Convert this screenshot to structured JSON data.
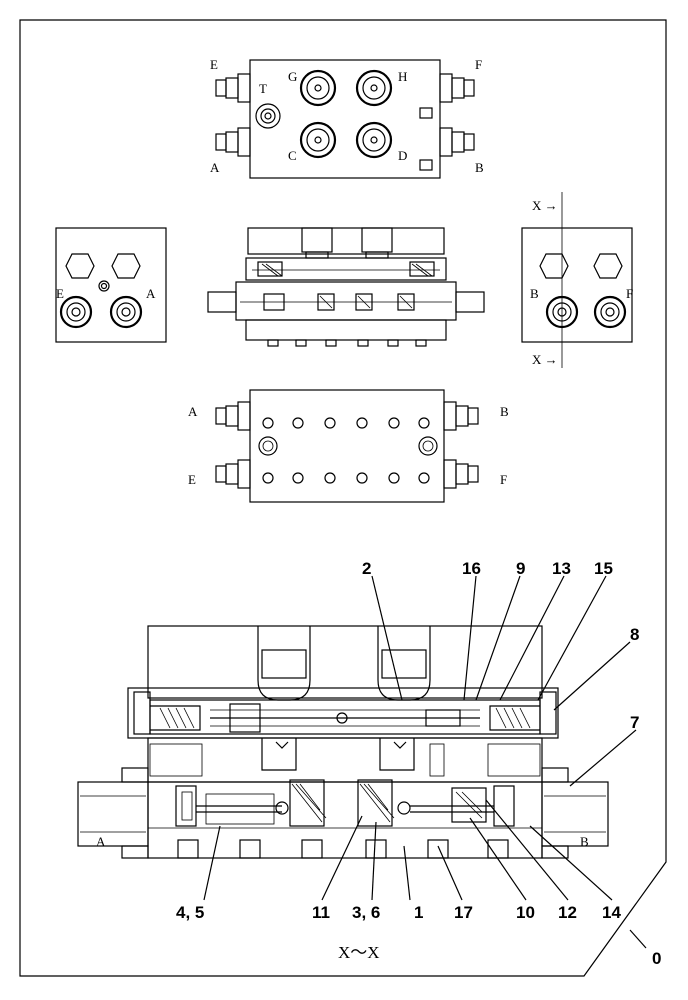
{
  "port_labels": {
    "top_view": {
      "E": "E",
      "T": "T",
      "G": "G",
      "H": "H",
      "F": "F",
      "A": "A",
      "C": "C",
      "D": "D",
      "B": "B"
    },
    "left_view": {
      "E": "E",
      "A": "A"
    },
    "right_view": {
      "B": "B",
      "F": "F"
    },
    "section_mark_top": "X →",
    "section_mark_bottom": "X →",
    "bottom_view": {
      "A": "A",
      "B": "B",
      "E": "E",
      "F": "F"
    },
    "section": {
      "A": "A",
      "B": "B"
    }
  },
  "part_numbers": {
    "p2": "2",
    "p16": "16",
    "p9": "9",
    "p13": "13",
    "p15": "15",
    "p8": "8",
    "p7": "7",
    "p45": "4, 5",
    "p11": "11",
    "p36": "3, 6",
    "p1": "1",
    "p17": "17",
    "p10": "10",
    "p12": "12",
    "p14": "14"
  },
  "section_title": "X～X",
  "revision": "0"
}
